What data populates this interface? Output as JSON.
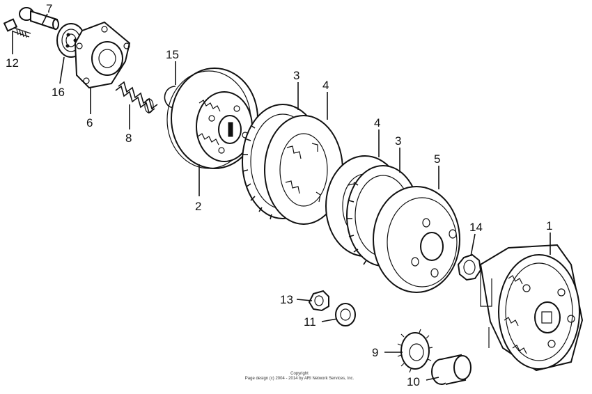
{
  "callouts": [
    {
      "id": "label-1",
      "text": "1"
    },
    {
      "id": "label-2",
      "text": "2"
    },
    {
      "id": "label-3a",
      "text": "3"
    },
    {
      "id": "label-3b",
      "text": "3"
    },
    {
      "id": "label-4a",
      "text": "4"
    },
    {
      "id": "label-4b",
      "text": "4"
    },
    {
      "id": "label-5",
      "text": "5"
    },
    {
      "id": "label-6",
      "text": "6"
    },
    {
      "id": "label-7",
      "text": "7"
    },
    {
      "id": "label-8",
      "text": "8"
    },
    {
      "id": "label-9",
      "text": "9"
    },
    {
      "id": "label-10",
      "text": "10"
    },
    {
      "id": "label-11",
      "text": "11"
    },
    {
      "id": "label-12",
      "text": "12"
    },
    {
      "id": "label-13",
      "text": "13"
    },
    {
      "id": "label-14",
      "text": "14"
    },
    {
      "id": "label-15",
      "text": "15"
    },
    {
      "id": "label-16",
      "text": "16"
    }
  ],
  "copyright": {
    "line1": "Copyright",
    "line2": "Page design (c) 2004 - 2014 by ARI Network Services, Inc."
  }
}
